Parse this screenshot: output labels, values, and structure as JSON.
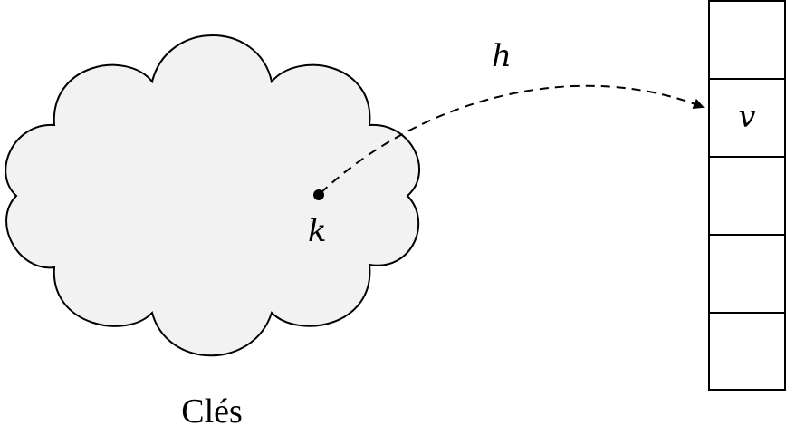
{
  "diagram": {
    "set_label": "Clés",
    "key_label": "k",
    "function_label": "h",
    "value_label": "v",
    "table": {
      "slots": [
        "",
        "v",
        "",
        "",
        ""
      ],
      "highlighted_index": 1
    },
    "colors": {
      "cloud_fill": "#f2f2f2",
      "stroke": "#000000"
    }
  }
}
